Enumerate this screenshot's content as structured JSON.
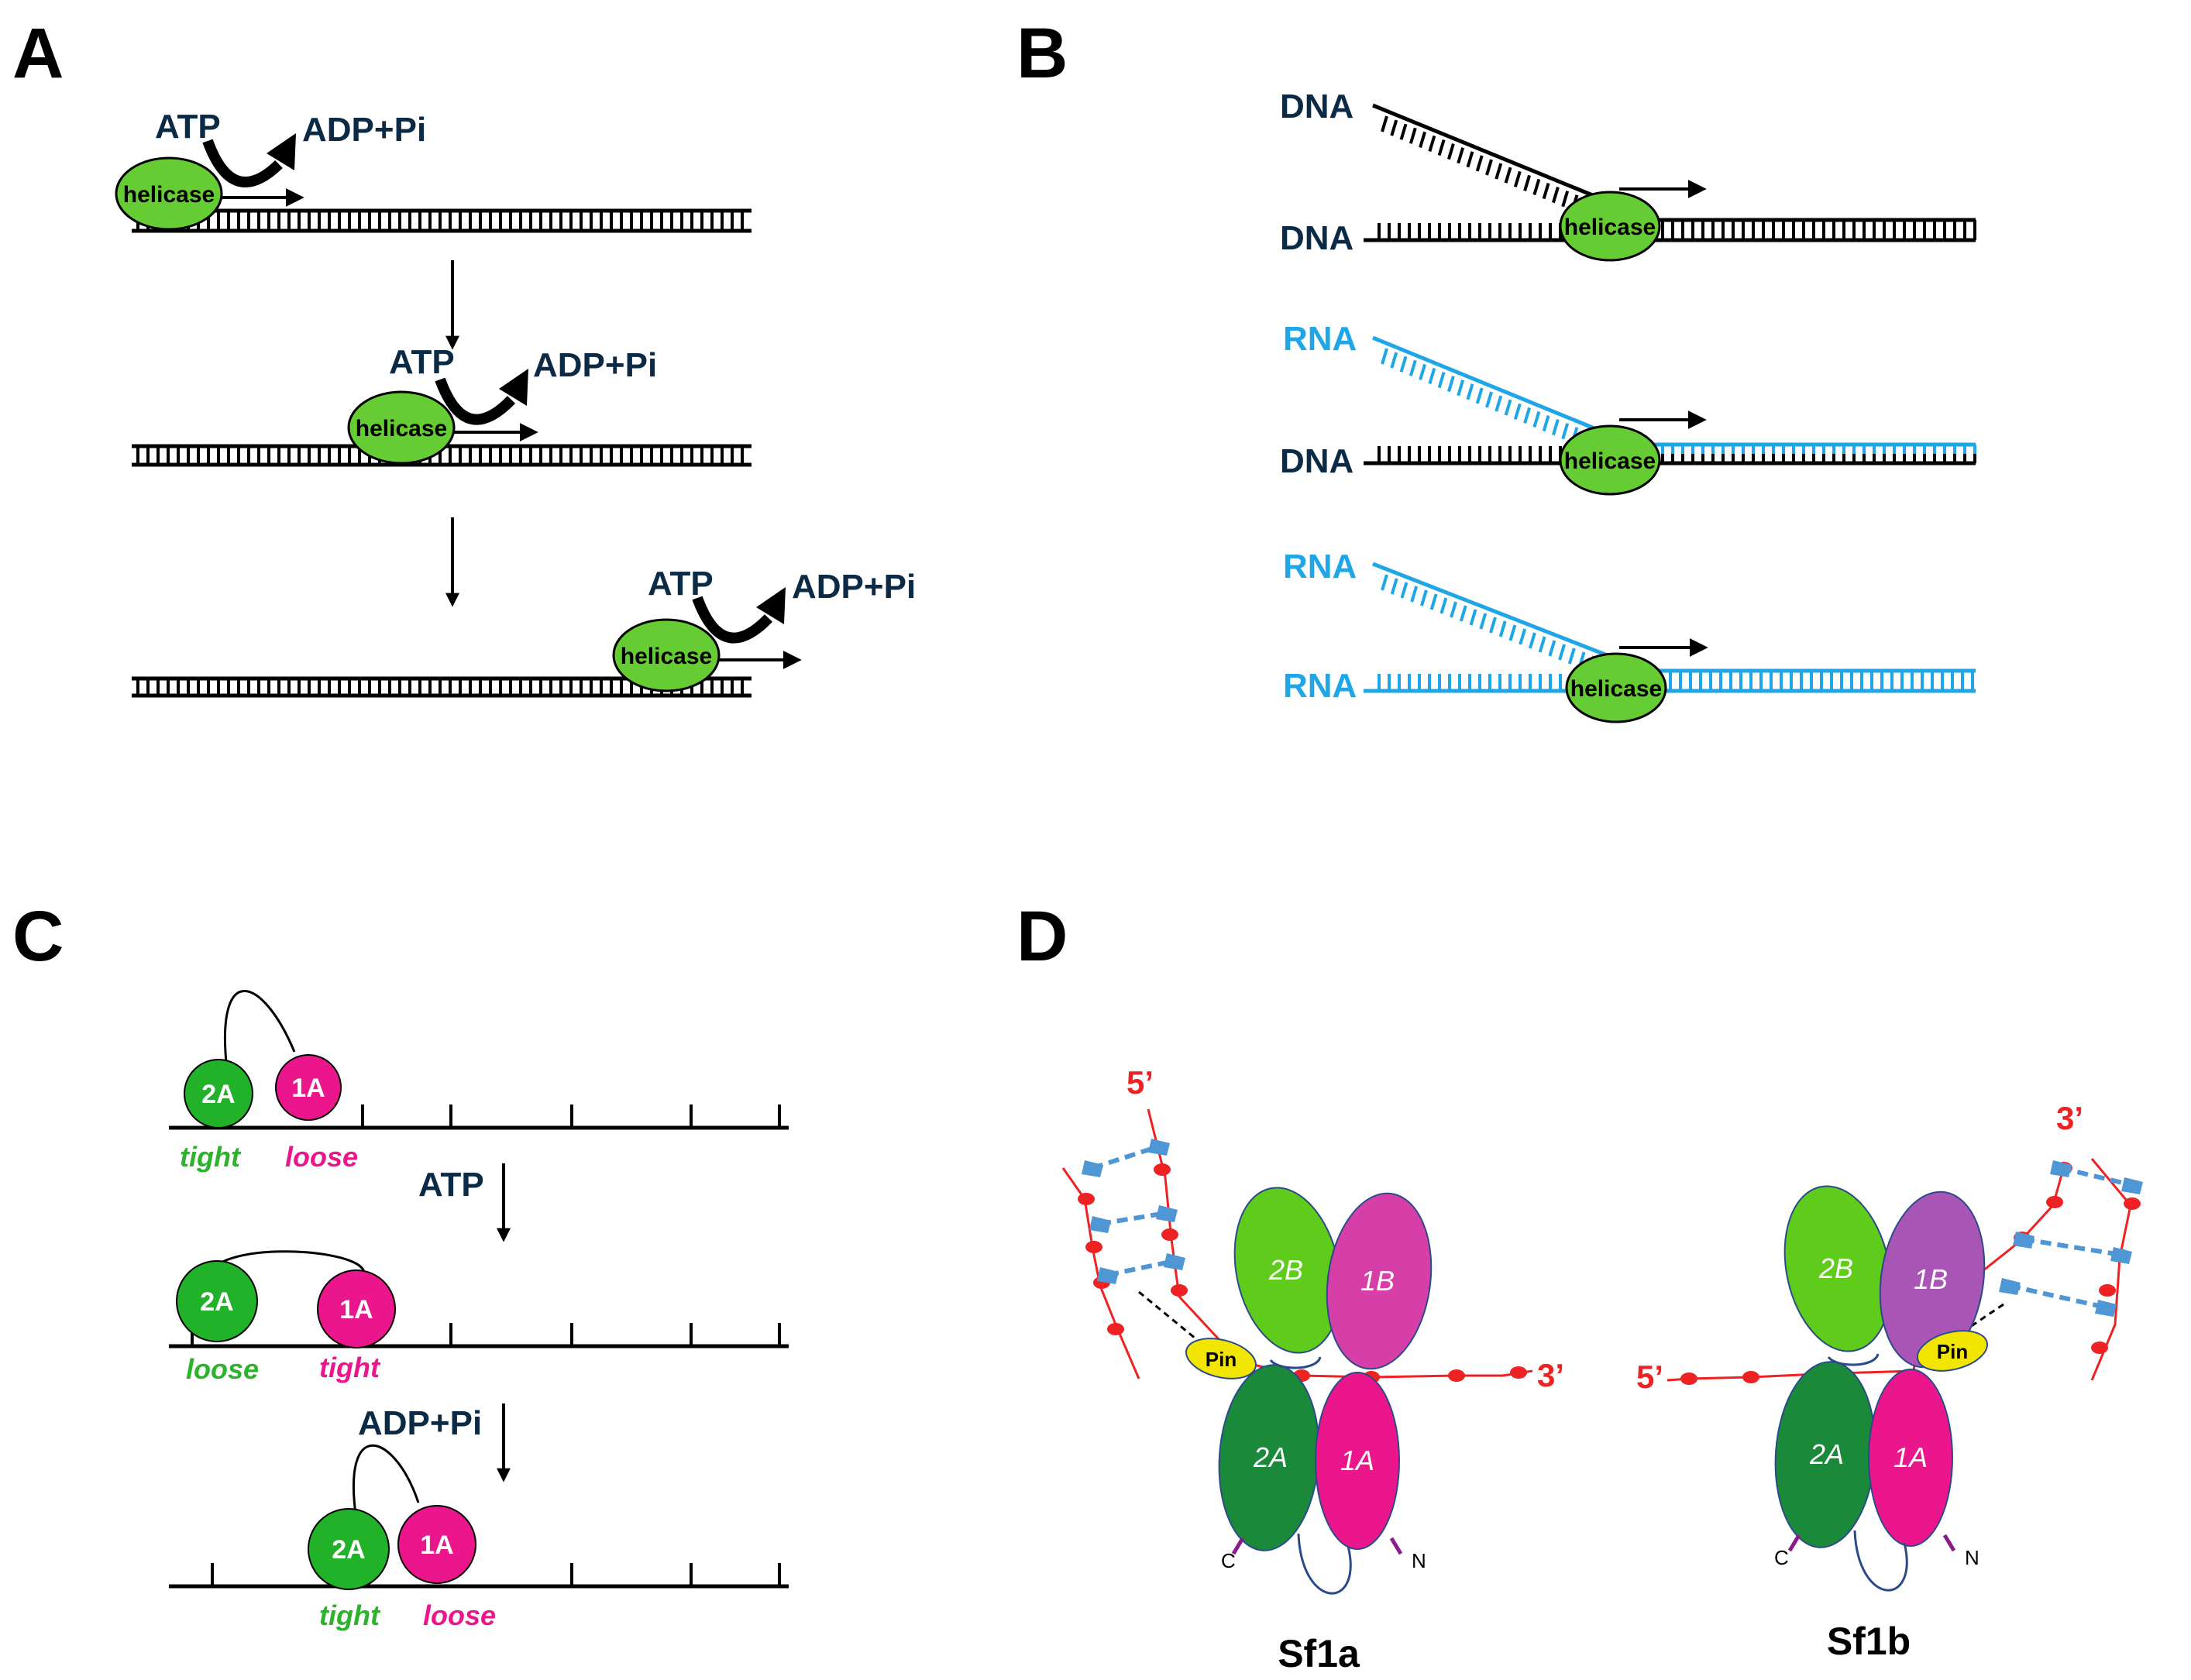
{
  "panels": {
    "a": {
      "label": "A",
      "atp": "ATP",
      "adp": "ADP+Pi",
      "helicase": "helicase"
    },
    "b": {
      "label": "B",
      "dna": "DNA",
      "rna": "RNA",
      "helicase": "helicase"
    },
    "c": {
      "label": "C",
      "d2a": "2A",
      "d1a": "1A",
      "tight": "tight",
      "loose": "loose",
      "atp": "ATP",
      "adp": "ADP+Pi"
    },
    "d": {
      "label": "D",
      "prime5": "5’",
      "prime3": "3’",
      "d2a": "2A",
      "d1a": "1A",
      "d2b": "2B",
      "d1b": "1B",
      "pin": "Pin",
      "c_term": "C",
      "n_term": "N",
      "sf1a": "Sf1a",
      "sf1b": "Sf1b"
    }
  },
  "colors": {
    "black": "#000000",
    "dark_label": "#0b2a45",
    "rna_blue": "#1ea6e6",
    "helicase_green": "#66cc33",
    "green_2a": "#1a8a3a",
    "bright_green": "#22b22a",
    "lime_2b": "#5fcb1a",
    "magenta_1a": "#ec168c",
    "magenta_1b": "#d63ea8",
    "purple_1b": "#a855b5",
    "pin_yellow": "#f2e600",
    "strand_red": "#ee2222",
    "base_blue": "#4f97d4"
  }
}
